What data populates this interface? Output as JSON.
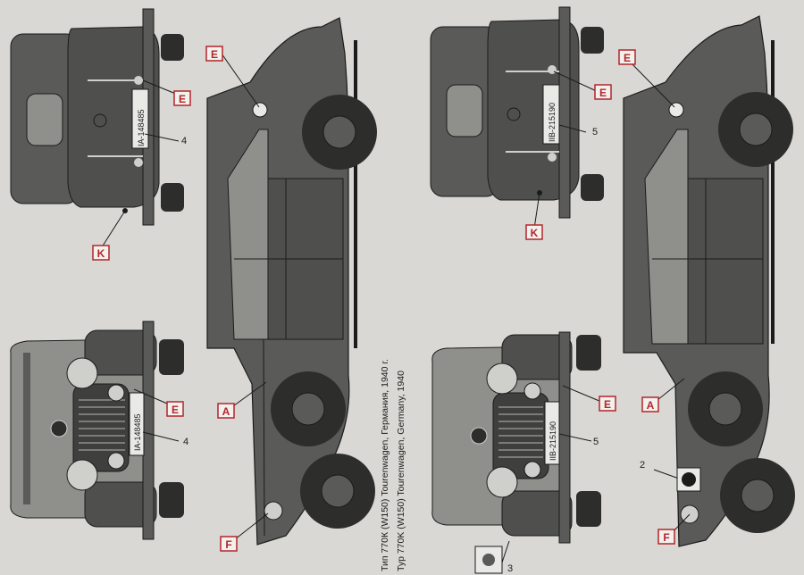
{
  "palette": {
    "paper": "#d9d8d4",
    "body": "#5a5a58",
    "body_dark": "#3f3f3d",
    "tyre": "#2d2d2c",
    "glass": "#8f8f8c",
    "line": "#1b1b1b",
    "callout_red": "#b3262a",
    "chrome": "#cfcfcb"
  },
  "callouts": {
    "E": "E",
    "K": "K",
    "A": "A",
    "F": "F"
  },
  "numbers": {
    "n2": "2",
    "n3": "3",
    "n4": "4",
    "n5": "5"
  },
  "plates": {
    "left": "IA-148485",
    "right": "IIB-215190"
  },
  "caption": {
    "line1": "Тип 770К (W150) Tourenwagen, Германия, 1940 г.",
    "line2": "Typ 770K (W150) Tourenwagen, Germany, 1940"
  }
}
